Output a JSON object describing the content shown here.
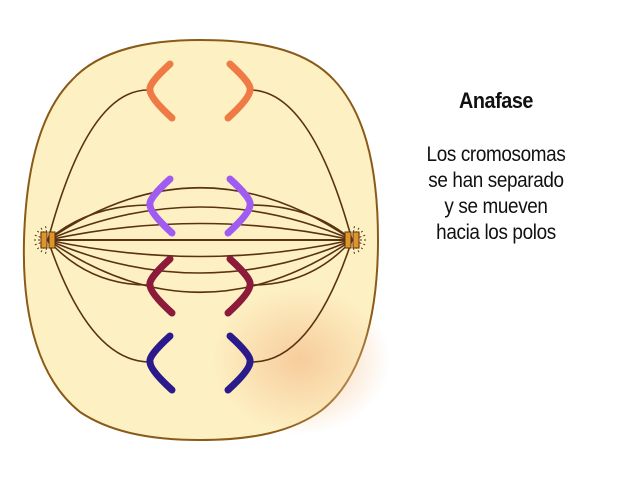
{
  "title": "Anafase",
  "description_lines": [
    "Los cromosomas",
    "se han separado",
    "y se mueven",
    "hacia los polos"
  ],
  "colors": {
    "cell_fill": "#fdf1c4",
    "cell_outline": "#8a5a18",
    "spindle": "#5a3210",
    "centrosome": "#e0952a",
    "chromosome_1": "#f07a45",
    "chromosome_2": "#a05cf0",
    "chromosome_3": "#8c1a3a",
    "chromosome_4": "#2a1a8c"
  },
  "icons": {
    "left_pole": "centrosome-icon",
    "right_pole": "centrosome-icon"
  }
}
